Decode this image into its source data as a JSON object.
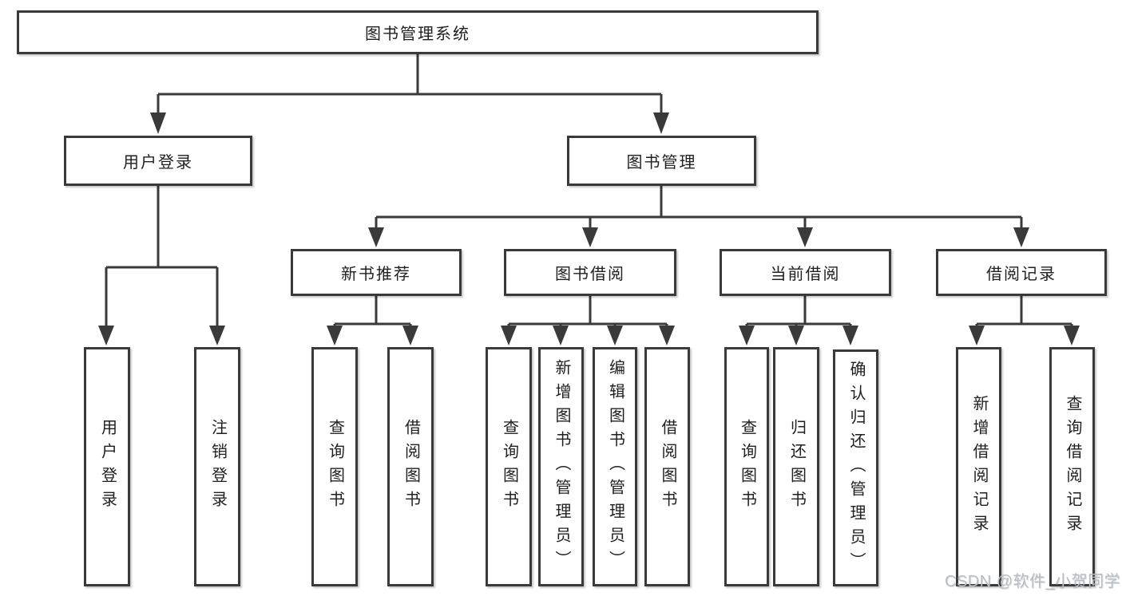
{
  "diagram": {
    "root": {
      "label": "图书管理系统"
    },
    "level2": [
      {
        "label": "用户登录",
        "children": [
          {
            "label": "用户登录"
          },
          {
            "label": "注销登录"
          }
        ]
      },
      {
        "label": "图书管理",
        "children": [
          {
            "label": "新书推荐",
            "children": [
              {
                "label": "查询图书"
              },
              {
                "label": "借阅图书"
              }
            ]
          },
          {
            "label": "图书借阅",
            "children": [
              {
                "label": "查询图书"
              },
              {
                "label": "新增图书（管理员）"
              },
              {
                "label": "编辑图书（管理员）"
              },
              {
                "label": "借阅图书"
              }
            ]
          },
          {
            "label": "当前借阅",
            "children": [
              {
                "label": "查询图书"
              },
              {
                "label": "归还图书"
              },
              {
                "label": "确认归还（管理员）"
              }
            ]
          },
          {
            "label": "借阅记录",
            "children": [
              {
                "label": "新增借阅记录"
              },
              {
                "label": "查询借阅记录"
              }
            ]
          }
        ]
      }
    ],
    "line_color": "#3a3a3a",
    "box_background": "#ffffff",
    "text_color": "#1f1f1f"
  },
  "watermark": {
    "text": "CSDN @软件_小贺同学"
  }
}
